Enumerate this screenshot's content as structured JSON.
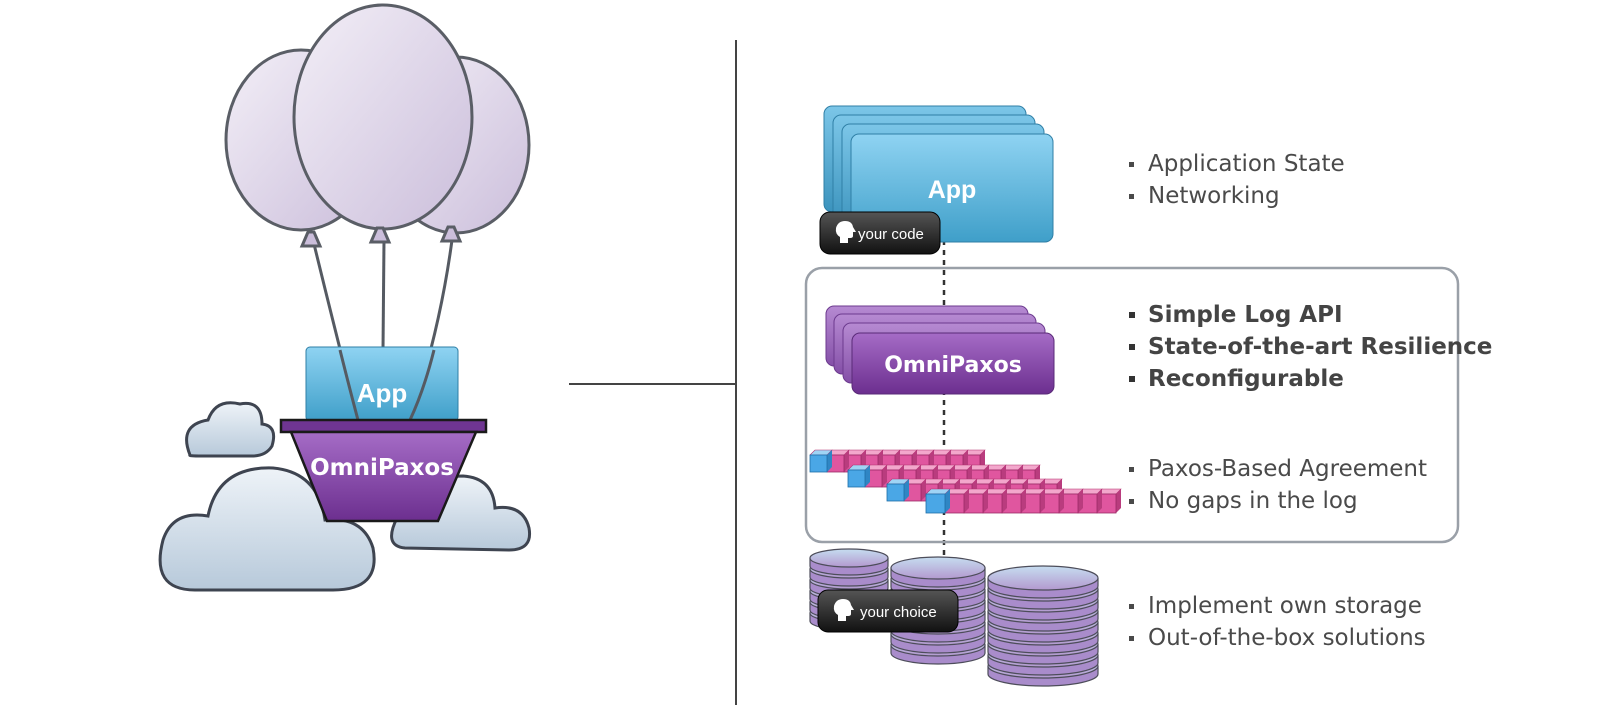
{
  "balloon_illustration": {
    "app_label": "App",
    "basket_label": "OmniPaxos"
  },
  "stack": {
    "app": {
      "label": "App",
      "tag": "your code"
    },
    "omnipaxos": {
      "label": "OmniPaxos"
    },
    "storage": {
      "tag": "your choice"
    }
  },
  "bullet_groups": {
    "app": [
      "Application State",
      "Networking"
    ],
    "omnipaxos": [
      "Simple Log API",
      "State-of-the-art Resilience",
      "Reconfigurable"
    ],
    "log": [
      "Paxos-Based Agreement",
      "No gaps in the log"
    ],
    "storage": [
      "Implement own storage",
      "Out-of-the-box solutions"
    ]
  },
  "colors": {
    "app_blue": "#5fb6dc",
    "omnipaxos_purple": "#7e3f9e",
    "log_pink": "#e0569f",
    "log_blue": "#4aa7e6",
    "balloon": "#ddd3e6",
    "cloud": "#cfdbe6"
  }
}
